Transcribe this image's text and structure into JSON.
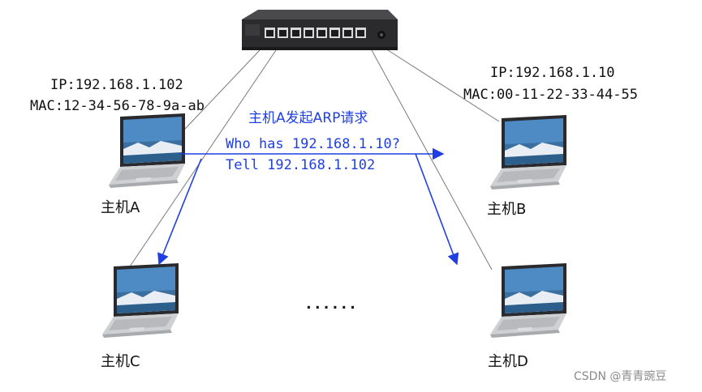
{
  "colors": {
    "arrow": "#1f3fe0",
    "link_line": "#7a7a7a",
    "text": "#111111",
    "annotation": "#1f3fe0",
    "watermark": "#8a8a8a"
  },
  "switch": {
    "icon": "network-switch-icon",
    "port_count": 8
  },
  "hosts": {
    "a": {
      "name": "主机A",
      "ip": "IP:192.168.1.102",
      "mac": "MAC:12-34-56-78-9a-ab",
      "icon": "laptop-icon"
    },
    "b": {
      "name": "主机B",
      "ip": "IP:192.168.1.10",
      "mac": "MAC:00-11-22-33-44-55",
      "icon": "laptop-icon"
    },
    "c": {
      "name": "主机C",
      "icon": "laptop-icon"
    },
    "d": {
      "name": "主机D",
      "icon": "laptop-icon"
    }
  },
  "arp": {
    "title": "主机A发起ARP请求",
    "line1": "Who has 192.168.1.10?",
    "line2": "Tell 192.168.1.102"
  },
  "ellipsis": "......",
  "watermark": "CSDN @青青豌豆"
}
